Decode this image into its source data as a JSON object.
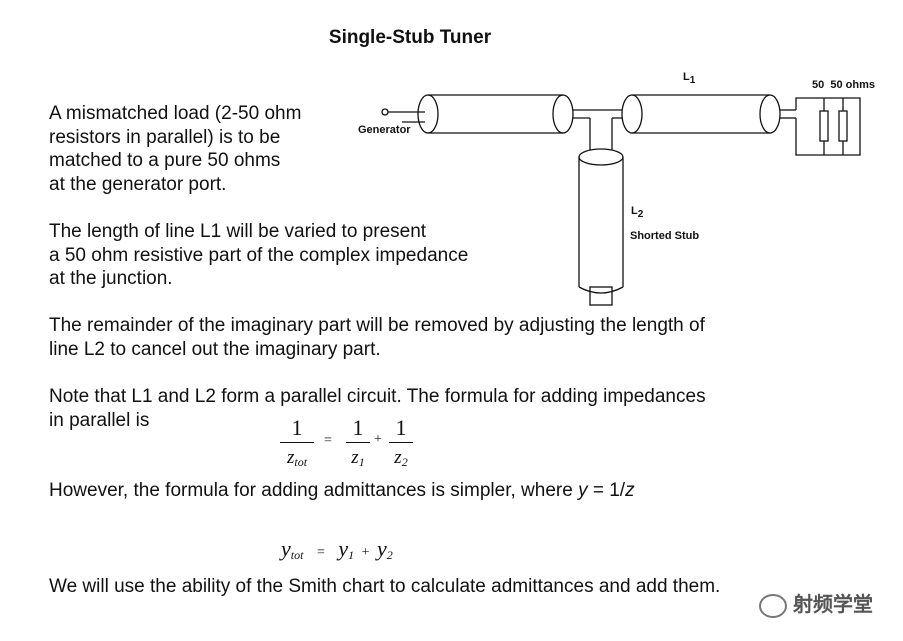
{
  "title": "Single-Stub Tuner",
  "diagram": {
    "generator": "Generator",
    "l1": "L",
    "l1_sub": "1",
    "l2": "L",
    "l2_sub": "2",
    "stub": "Shorted Stub",
    "loads": "50  50 ohms"
  },
  "para1": [
    "A mismatched load (2-50 ohm",
    "resistors in parallel) is to be",
    "matched  to a pure 50 ohms",
    "at the generator port."
  ],
  "para2": [
    "The length of line L1 will be varied to present",
    "a 50 ohm resistive part of the complex impedance",
    "at the junction."
  ],
  "para3": [
    "The remainder of the imaginary part will be removed by adjusting the length of",
    "line L2 to cancel out the imaginary part."
  ],
  "para4": [
    "Note that L1 and L2 form a parallel circuit.   The formula for adding impedances",
    "in parallel is"
  ],
  "eq1": {
    "one": "1",
    "z": "z",
    "tot": "tot",
    "eq": "=",
    "plus": "+",
    "s1": "1",
    "s2": "2"
  },
  "para5": {
    "pre": "However, the formula for adding admittances is simpler, where ",
    "y": "y",
    "mid": " = 1/",
    "z": "z"
  },
  "eq2": {
    "y": "y",
    "tot": "tot",
    "eq": "=",
    "plus": "+",
    "s1": "1",
    "s2": "2"
  },
  "para6": "We will use the ability of the Smith chart to calculate admittances and add them.",
  "watermark": "射频学堂"
}
